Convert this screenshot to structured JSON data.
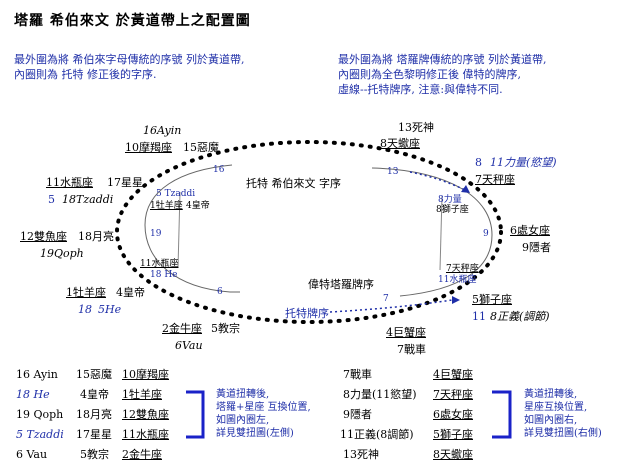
{
  "title": "塔羅  希伯來文  於黃道帶上之配置圖",
  "notes": {
    "left": [
      "最外圍為將  希伯來字母傳統的序號  列於黃道帶,",
      "內圈則為  托特  修正後的字序."
    ],
    "right": [
      "最外圍為將  塔羅牌傳統的序號  列於黃道帶,",
      "內圈則為全色黎明修正後  偉特的牌序,",
      "虛線--托特牌序,  注意:與偉特不同."
    ]
  },
  "diagram": {
    "inner_solid_label": "托特  希伯來文  字序",
    "inner_dotted_label": "偉特塔羅牌序",
    "arrow_label": "托特牌序",
    "outer": {
      "ayin": "16Ayin",
      "capricorn": "10摩羯座",
      "devil": "15惡魔",
      "death": "13死神",
      "scorpio": "8天蠍座",
      "aquarius": "11水瓶座",
      "star": "17星星",
      "tzaddi": "5",
      "tzaddi_name": "18Tzaddi",
      "libra": "7天秤座",
      "libra_num": "8",
      "strength_alt": "11力量(慾望)",
      "pisces": "12雙魚座",
      "moon": "18月亮",
      "qoph": "19Qoph",
      "virgo": "6處女座",
      "hermit": "9隱者",
      "aries": "1牡羊座",
      "emperor": "4皇帝",
      "he_num": "18",
      "he": "5He",
      "leo": "5獅子座",
      "leo_num": "11",
      "justice": "8正義(調節)",
      "taurus": "2金牛座",
      "hierophant": "5教宗",
      "vau": "6Vau",
      "cancer": "4巨蟹座",
      "chariot": "7戰車"
    },
    "inner": {
      "n16": "16",
      "n13": "13",
      "n9": "9",
      "n19": "19",
      "n6": "6",
      "n7": "7",
      "tzaddi_small": "5 Tzaddi",
      "aries_small": "1牡羊座",
      "emperor_small": "4皇帝",
      "aquarius_small": "11水瓶座",
      "he_small": "18 He",
      "libra_small": "8力量",
      "leo_small": "8獅子座",
      "leo_small2": "7天秤座",
      "libra_small2": "11水瓶座"
    }
  },
  "tables": {
    "left_rows": [
      {
        "c1": "16 Ayin",
        "c2": "15惡魔",
        "c3": "10摩羯座"
      },
      {
        "c1": "18 He",
        "c2": "4皇帝",
        "c3": "1牡羊座"
      },
      {
        "c1": "19 Qoph",
        "c2": "18月亮",
        "c3": "12雙魚座"
      },
      {
        "c1": "5 Tzaddi",
        "c2": "17星星",
        "c3": "11水瓶座"
      },
      {
        "c1": "6 Vau",
        "c2": "5教宗",
        "c3": "2金牛座"
      }
    ],
    "left_note": [
      "黃道扭轉後,",
      "塔羅+星座 互換位置,",
      "如圖內圈左,",
      "詳見雙扭圖(左側)"
    ],
    "right_rows": [
      {
        "c1": "7戰車",
        "c2": "4巨蟹座"
      },
      {
        "c1": "8力量(11慾望)",
        "c2": "7天秤座"
      },
      {
        "c1": "9隱者",
        "c2": "6處女座"
      },
      {
        "c1": "11正義(8調節)",
        "c2": "5獅子座"
      },
      {
        "c1": "13死神",
        "c2": "8天蠍座"
      }
    ],
    "right_note": [
      "黃道扭轉後,",
      "星座互換位置,",
      "如圖內圈右,",
      "詳見雙扭圖(右側)"
    ]
  },
  "colors": {
    "accent": "#1f2fa8",
    "ink": "#000000",
    "bracket": "#1a22c8"
  }
}
